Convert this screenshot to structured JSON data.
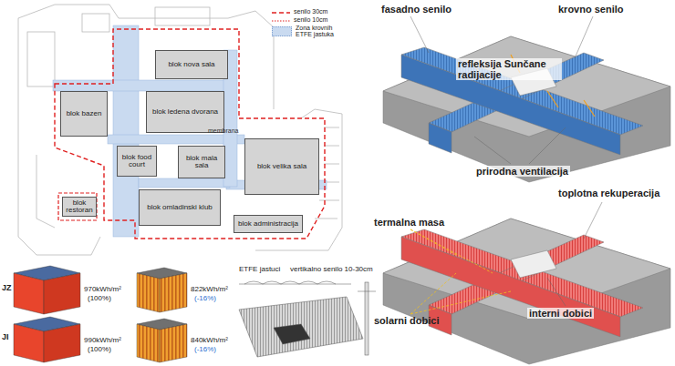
{
  "diagram": {
    "nodes": [
      {
        "text": [
          "blok nova sala"
        ]
      },
      {
        "text": [
          "blok bazen"
        ]
      },
      {
        "text": [
          "blok ledena dvorana"
        ]
      },
      {
        "text": [
          "blok food court"
        ]
      },
      {
        "text": [
          "blok mala sala"
        ]
      },
      {
        "text": [
          "blok velika sala"
        ]
      },
      {
        "text": [
          "blok restoran"
        ]
      },
      {
        "text": [
          "blok omladinski klub"
        ]
      },
      {
        "text": [
          "blok administracija"
        ]
      }
    ],
    "labels": [
      "membrana",
      "JZ",
      "JI",
      "970kWh/m²",
      "(100%)",
      "822kWh/m²",
      "(-16%)",
      "990kWh/m²",
      "(100%)",
      "840kWh/m²",
      "(-16%)",
      "ETFE jastuci",
      "vertikalno senilo 10-30cm",
      "fasadno senilo",
      "krovno senilo",
      "refleksija Sunčane radijacije",
      "prirodna ventilacija",
      "toplotna rekuperacija",
      "termalna masa",
      "solarni dobici",
      "interni dobici"
    ],
    "legend": [
      {
        "text": "senilo 30cm"
      },
      {
        "text": "senilo 10cm"
      },
      {
        "text": "Zona krovnih ETFE jastuka",
        "color": "#c9daf0"
      }
    ]
  }
}
